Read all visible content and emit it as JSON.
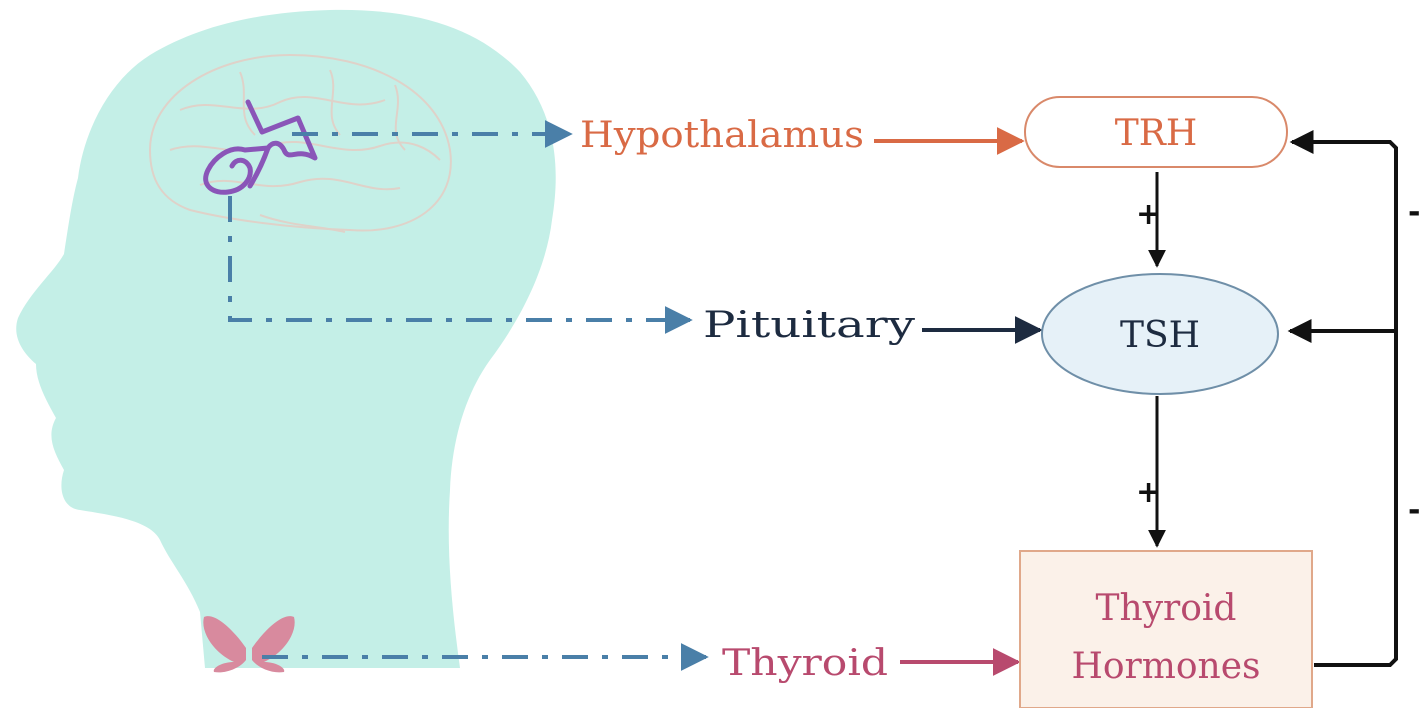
{
  "colors": {
    "head_fill": "#c4efe7",
    "dashed_arrow": "#4a7fa8",
    "hypothalamus": "#d96a45",
    "pituitary": "#1d2b40",
    "thyroid": "#b84a6e",
    "gland_purple": "#8a55b8",
    "butterfly": "#d88a9e",
    "trh_border": "#d9896a",
    "tsh_fill": "#e6f1f8",
    "tsh_border": "#6f8fa8",
    "hormone_fill": "#fbf1e9",
    "hormone_border": "#e0a88a",
    "feedback": "#111111"
  },
  "labels": {
    "hypothalamus": "Hypothalamus",
    "pituitary": "Pituitary",
    "thyroid": "Thyroid"
  },
  "nodes": {
    "trh": "TRH",
    "tsh": "TSH",
    "hormones_line1": "Thyroid",
    "hormones_line2": "Hormones"
  },
  "signs": {
    "trh_to_tsh": "+",
    "tsh_to_hormones": "+",
    "feedback_top": "-",
    "feedback_bottom": "-"
  },
  "icons": {
    "head": "human-head-silhouette-icon",
    "brain": "brain-outline-icon",
    "gland": "hypothalamus-pituitary-icon",
    "thyroid": "butterfly-thyroid-icon"
  }
}
